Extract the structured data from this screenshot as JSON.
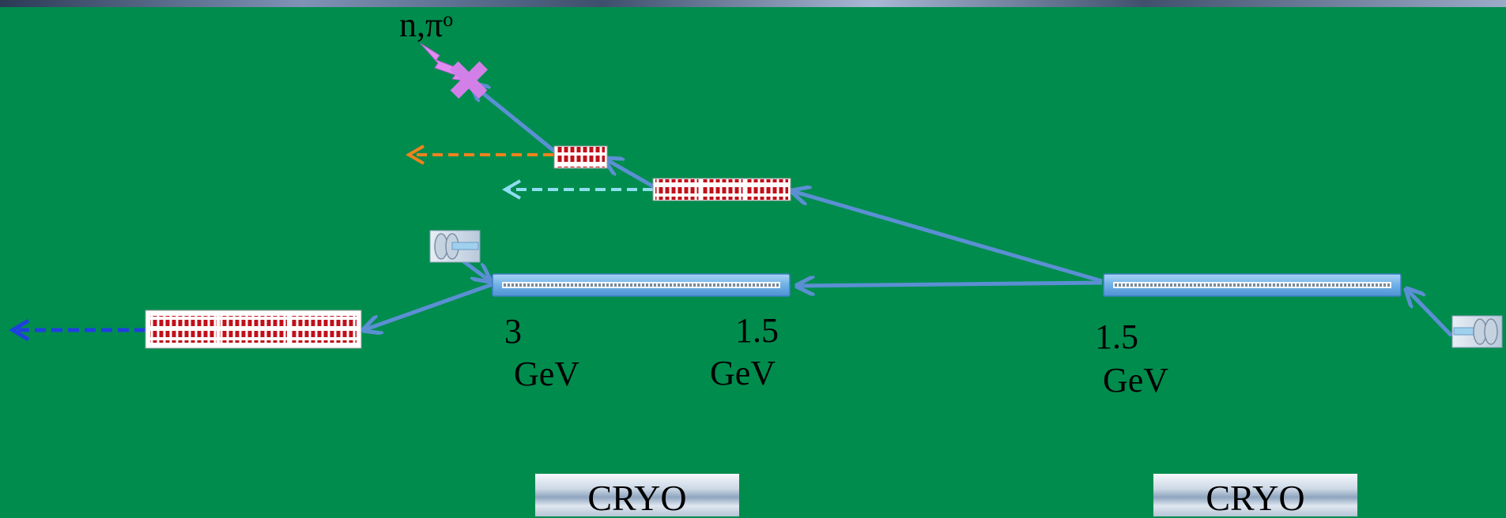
{
  "labels": {
    "particles": "n,π",
    "particles_sup": "o",
    "energy_3": "3",
    "energy_1_5_a": "1.5",
    "energy_1_5_b": "1.5",
    "unit_a": "GeV",
    "unit_b": "GeV",
    "unit_c": "GeV",
    "cryo_1": "CRYO",
    "cryo_2": "CRYO"
  },
  "colors": {
    "background": "#008C4D",
    "beamline_arrow": "#5B8FD3",
    "linac": "#7AB6EA",
    "orange_beam": "#F0821E",
    "cyan_beam": "#8FDDF0",
    "blue_beam": "#1F3FE0",
    "target_burst": "#E08CF0",
    "magnet_red": "#C0101A"
  },
  "icons": [
    "electron-source-icon",
    "electron-source-icon",
    "target-burst-icon",
    "dipole-magnet-icon"
  ]
}
